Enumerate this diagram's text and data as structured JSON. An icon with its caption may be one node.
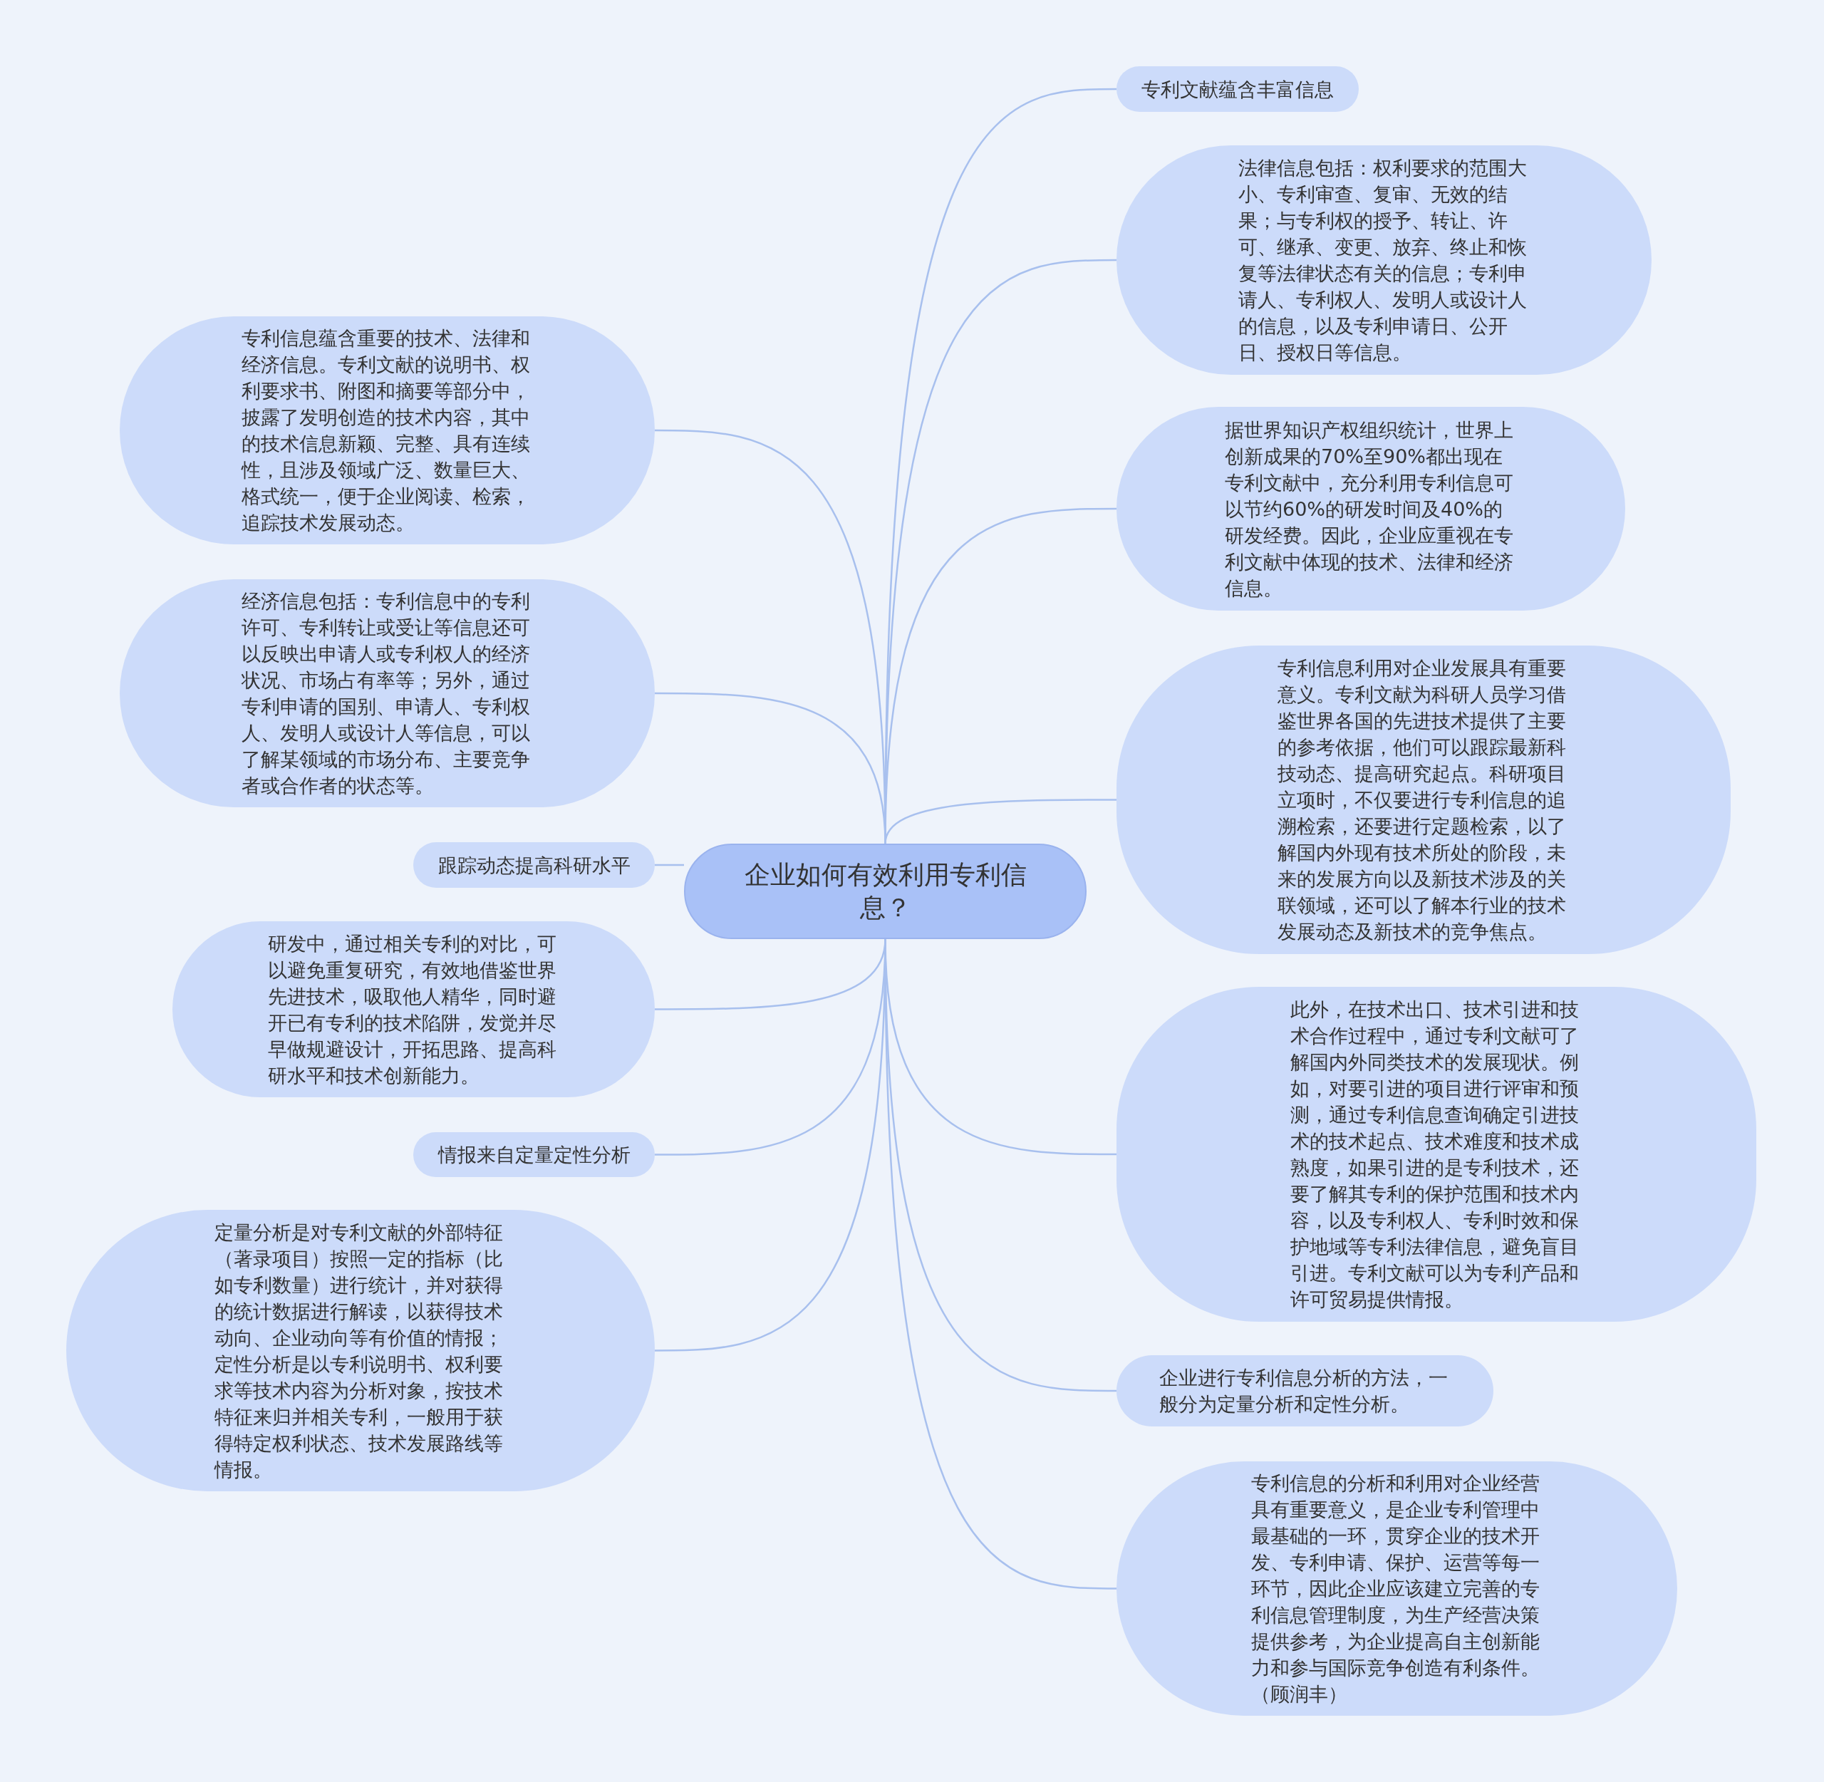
{
  "diagram": {
    "nodes": [
      {
        "text": [
          "企业如何有效利用专利信息？"
        ]
      },
      {
        "text": [
          "专利文献蕴含丰富信息"
        ]
      },
      {
        "text": [
          "法律信息包括：权利要求的范围大小、专利审查、复审、无效的结果；与专利权的授予、转让、许可、继承、变更、放弃、终止和恢复等法律状态有关的信息；专利申请人、专利权人、发明人或设计人的信息，以及专利申请日、公开日、授权日等信息。"
        ]
      },
      {
        "text": [
          "据世界知识产权组织统计，世界上创新成果的70%至90%都出现在专利文献中，充分利用专利信息可以节约60%的研发时间及40%的研发经费。因此，企业应重视在专利文献中体现的技术、法律和经济信息。"
        ]
      },
      {
        "text": [
          "专利信息利用对企业发展具有重要意义。专利文献为科研人员学习借鉴世界各国的先进技术提供了主要的参考依据，他们可以跟踪最新科技动态、提高研究起点。科研项目立项时，不仅要进行专利信息的追溯检索，还要进行定题检索，以了解国内外现有技术所处的阶段，未来的发展方向以及新技术涉及的关联领域，还可以了解本行业的技术发展动态及新技术的竞争焦点。"
        ]
      },
      {
        "text": [
          "此外，在技术出口、技术引进和技术合作过程中，通过专利文献可了解国内外同类技术的发展现状。例如，对要引进的项目进行评审和预测，通过专利信息查询确定引进技术的技术起点、技术难度和技术成熟度，如果引进的是专利技术，还要了解其专利的保护范围和技术内容，以及专利权人、专利时效和保护地域等专利法律信息，避免盲目引进。专利文献可以为专利产品和许可贸易提供情报。"
        ]
      },
      {
        "text": [
          "企业进行专利信息分析的方法，一般分为定量分析和定性分析。"
        ]
      },
      {
        "text": [
          "专利信息的分析和利用对企业经营具有重要意义，是企业专利管理中最基础的一环，贯穿企业的技术开发、专利申请、保护、运营等每一环节，因此企业应该建立完善的专利信息管理制度，为生产经营决策提供参考，为企业提高自主创新能力和参与国际竞争创造有利条件。（顾润丰）"
        ]
      },
      {
        "text": [
          "专利信息蕴含重要的技术、法律和经济信息。专利文献的说明书、权利要求书、附图和摘要等部分中，披露了发明创造的技术内容，其中的技术信息新颖、完整、具有连续性，且涉及领域广泛、数量巨大、格式统一，便于企业阅读、检索，追踪技术发展动态。"
        ]
      },
      {
        "text": [
          "经济信息包括：专利信息中的专利许可、专利转让或受让等信息还可以反映出申请人或专利权人的经济状况、市场占有率等；另外，通过专利申请的国别、申请人、专利权人、发明人或设计人等信息，可以了解某领域的市场分布、主要竞争者或合作者的状态等。"
        ]
      },
      {
        "text": [
          "跟踪动态提高科研水平"
        ]
      },
      {
        "text": [
          "研发中，通过相关专利的对比，可以避免重复研究，有效地借鉴世界先进技术，吸取他人精华，同时避开已有专利的技术陷阱，发觉并尽早做规避设计，开拓思路、提高科研水平和技术创新能力。"
        ]
      },
      {
        "text": [
          "情报来自定量定性分析"
        ]
      },
      {
        "text": [
          "定量分析是对专利文献的外部特征（著录项目）按照一定的指标（比如专利数量）进行统计，并对获得的统计数据进行解读，以获得技术动向、企业动向等有价值的情报；定性分析是以专利说明书、权利要求等技术内容为分析对象，按技术特征来归并相关专利，一般用于获得特定权利状态、技术发展路线等情报。"
        ]
      }
    ],
    "edges": [
      {
        "from": 0,
        "to": 1,
        "arrow": "none"
      },
      {
        "from": 0,
        "to": 2,
        "arrow": "none"
      },
      {
        "from": 0,
        "to": 3,
        "arrow": "none"
      },
      {
        "from": 0,
        "to": 4,
        "arrow": "none"
      },
      {
        "from": 0,
        "to": 5,
        "arrow": "none"
      },
      {
        "from": 0,
        "to": 6,
        "arrow": "none"
      },
      {
        "from": 0,
        "to": 7,
        "arrow": "none"
      },
      {
        "from": 0,
        "to": 8,
        "arrow": "none"
      },
      {
        "from": 0,
        "to": 9,
        "arrow": "none"
      },
      {
        "from": 0,
        "to": 10,
        "arrow": "none"
      },
      {
        "from": 0,
        "to": 11,
        "arrow": "none"
      },
      {
        "from": 0,
        "to": 12,
        "arrow": "none"
      },
      {
        "from": 0,
        "to": 13,
        "arrow": "none"
      }
    ]
  }
}
